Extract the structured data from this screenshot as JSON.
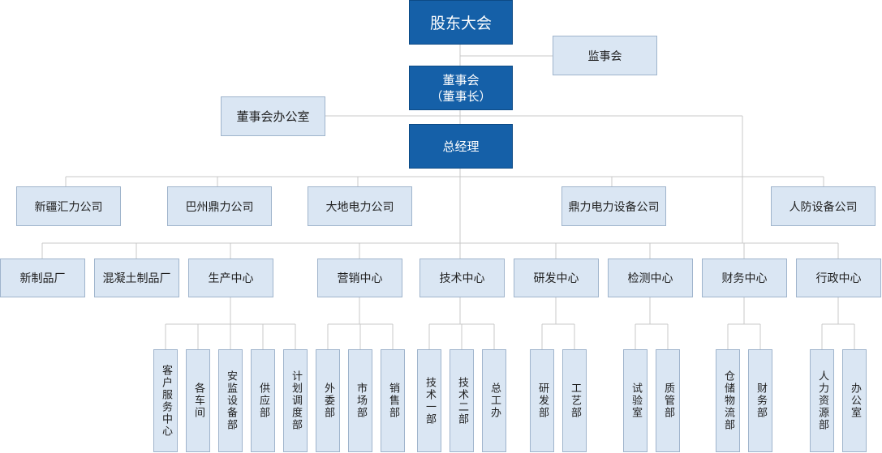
{
  "top": {
    "shareholders": "股东大会",
    "supervisors": "监事会",
    "board": "董事会\n（董事长）",
    "board_office": "董事会办公室",
    "gm": "总经理"
  },
  "companies": [
    "新疆汇力公司",
    "巴州鼎力公司",
    "大地电力公司",
    "鼎力电力设备公司",
    "人防设备公司"
  ],
  "departments": [
    "新制品厂",
    "混凝土制品厂",
    "生产中心",
    "营销中心",
    "技术中心",
    "研发中心",
    "检测中心",
    "财务中心",
    "行政中心"
  ],
  "sub_units": {
    "production": [
      "客户服务中心",
      "各车间",
      "安监设备部",
      "供应部",
      "计划调度部"
    ],
    "marketing": [
      "外委部",
      "市场部",
      "销售部"
    ],
    "technology": [
      "技术一部",
      "技术二部",
      "总工办"
    ],
    "rnd": [
      "研发部",
      "工艺部"
    ],
    "testing": [
      "试验室",
      "质管部"
    ],
    "finance": [
      "仓储物流部",
      "财务部"
    ],
    "admin": [
      "人力资源部",
      "办公室"
    ]
  },
  "colors": {
    "dark_fill": "#1560a8",
    "light_fill": "#dae6f3",
    "line": "#c8c8c8"
  }
}
